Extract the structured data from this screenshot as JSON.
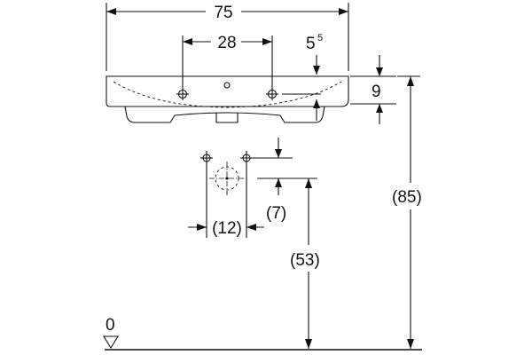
{
  "dimensions": {
    "width_overall": "75",
    "tap_hole_spacing": "28",
    "edge_offset": "5",
    "edge_offset_sup": "5",
    "basin_height": "9",
    "overall_height": "(85)",
    "waste_spacing": "(12)",
    "waste_offset": "(7)",
    "waste_height": "(53)",
    "floor_level": "0"
  }
}
